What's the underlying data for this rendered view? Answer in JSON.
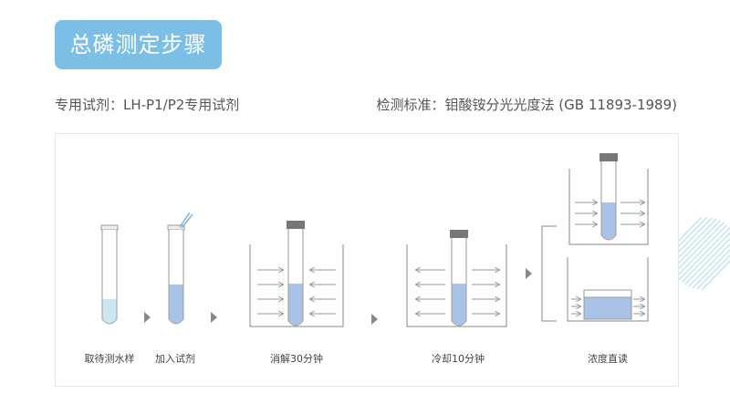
{
  "title": "总磷测定步骤",
  "reagent_text": "专用试剂：LH-P1/P2专用试剂",
  "standard_text": "检测标准：钼酸铵分光光度法 (GB  11893-1989)",
  "steps": [
    {
      "label": "取待测水样"
    },
    {
      "label": "加入试剂"
    },
    {
      "label": "消解30分钟"
    },
    {
      "label": "冷却10分钟"
    },
    {
      "label": "浓度直读"
    }
  ],
  "colors": {
    "accent": "#7cbfe6",
    "liquid": "#a9c3e6",
    "sample_liquid": "#cde6f3",
    "line": "#8a8a8a",
    "arrow": "#999999"
  }
}
